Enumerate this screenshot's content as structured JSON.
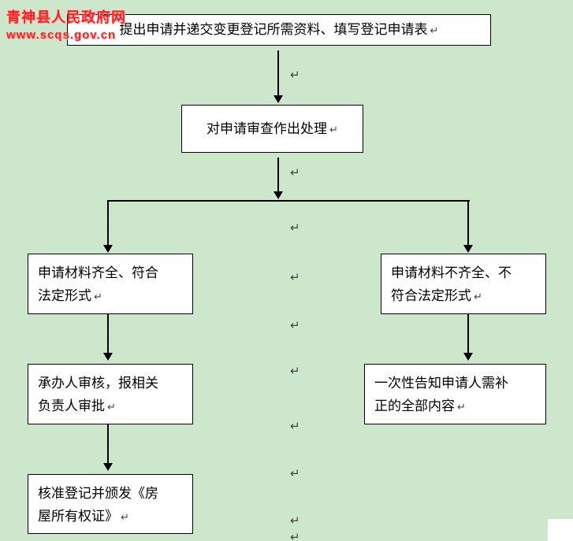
{
  "page": {
    "background_color": "#cde7cd",
    "node_background": "#ffffff",
    "node_border_color": "#000000",
    "watermark_color": "#ff1f1f"
  },
  "watermark": {
    "site_name": "青神县人民政府网",
    "site_url": "www.scqs.gov.cn"
  },
  "flowchart": {
    "nodes": {
      "step1": {
        "text": "提出申请并递交变更登记所需资料、填写登记申请表"
      },
      "step2": {
        "text": "对申请审查作出处理"
      },
      "left1": {
        "text": "申请材料齐全、符合\n法定形式"
      },
      "right1": {
        "text": "申请材料不齐全、不\n符合法定形式"
      },
      "left2": {
        "text": "承办人审核，报相关\n负责人审批"
      },
      "right2": {
        "text": "一次性告知申请人需补\n正的全部内容"
      },
      "left3": {
        "text": "核准登记并颁发《房\n屋所有权证》"
      }
    }
  },
  "formatting_mark": {
    "glyph": "↵"
  }
}
